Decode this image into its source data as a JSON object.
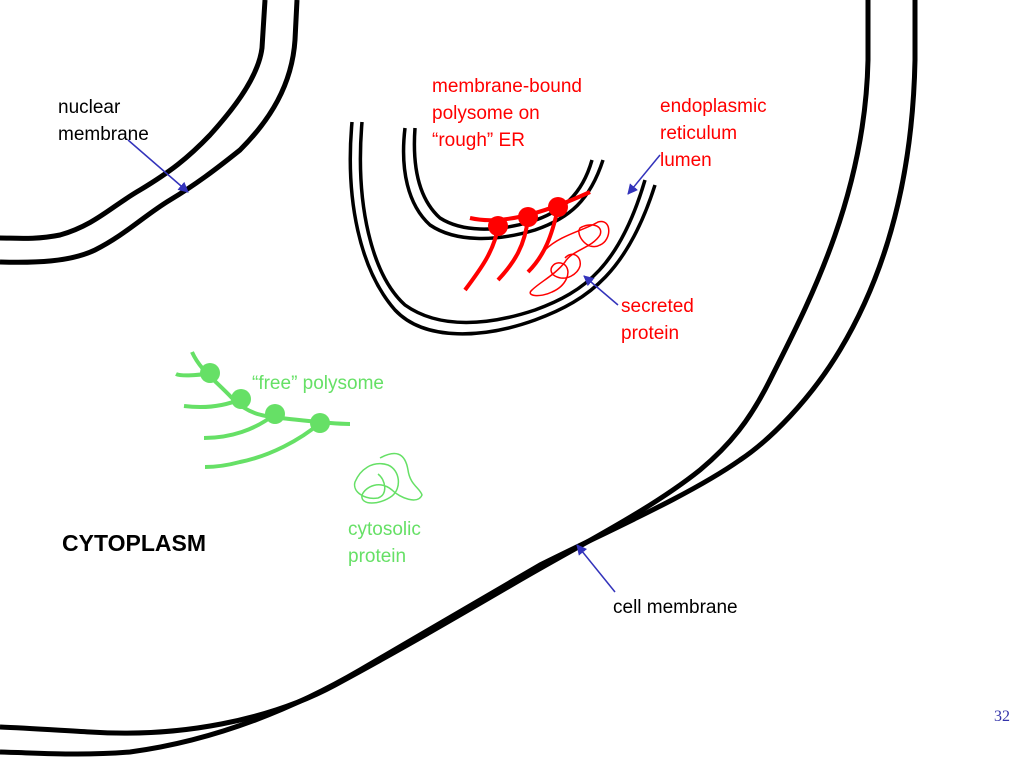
{
  "labels": {
    "nuclear_membrane": [
      "nuclear",
      "membrane"
    ],
    "membrane_bound_polysome": [
      "membrane-bound",
      "polysome on",
      "“rough” ER"
    ],
    "er_lumen": [
      "endoplasmic",
      "reticulum",
      "lumen"
    ],
    "secreted_protein": [
      "secreted",
      "protein"
    ],
    "free_polysome": "“free” polysome",
    "cytosolic_protein": [
      "cytosolic",
      "protein"
    ],
    "cytoplasm": "CYTOPLASM",
    "cell_membrane": "cell membrane"
  },
  "page_number": "32",
  "colors": {
    "membrane": "#000000",
    "rough_er_ribosome": "#ff0000",
    "free_ribosome": "#66e066",
    "arrow": "#3333bb"
  }
}
